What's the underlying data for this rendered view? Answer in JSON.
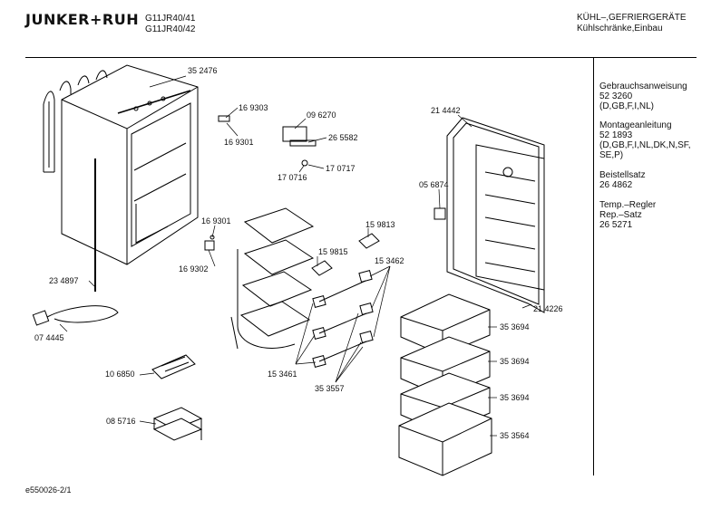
{
  "header": {
    "brand": "JUNKER+RUH",
    "model_1": "G11JR40/41",
    "model_2": "G11JR40/42",
    "title_1": "KÜHL–,GEFRIERGERÄTE",
    "title_2": "Kühlschränke,Einbau"
  },
  "sidebar": {
    "items": [
      {
        "l1": "Gebrauchsanweisung",
        "l2": "52 3260",
        "l3": "(D,GB,F,I,NL)",
        "l4": ""
      },
      {
        "l1": "Montageanleitung",
        "l2": "52 1893",
        "l3": "(D,GB,F,I,NL,DK,N,SF,",
        "l4": "SE,P)"
      },
      {
        "l1": "Beistellsatz",
        "l2": "26 4862",
        "l3": "",
        "l4": ""
      },
      {
        "l1": "Temp.–Regler",
        "l2": "Rep.–Satz",
        "l3": "26 5271",
        "l4": ""
      }
    ]
  },
  "parts": {
    "p352476": "35 2476",
    "p169303": "16 9303",
    "p169301a": "16 9301",
    "p096270": "09 6270",
    "p265582": "26 5582",
    "p170717": "17 0717",
    "p170716": "17 0716",
    "p214442": "21 4442",
    "p056874": "05 6874",
    "p214226": "21 4226",
    "p169301b": "16 9301",
    "p169302": "16 9302",
    "p159813": "15 9813",
    "p159815": "15 9815",
    "p153462": "15 3462",
    "p234897": "23 4897",
    "p074445": "07 4445",
    "p106850": "10 6850",
    "p085716": "08 5716",
    "p153461": "15 3461",
    "p353557": "35 3557",
    "p353694a": "35 3694",
    "p353694b": "35 3694",
    "p353694c": "35 3694",
    "p353564": "35 3564"
  },
  "footer": {
    "code": "e550026-2/1"
  }
}
